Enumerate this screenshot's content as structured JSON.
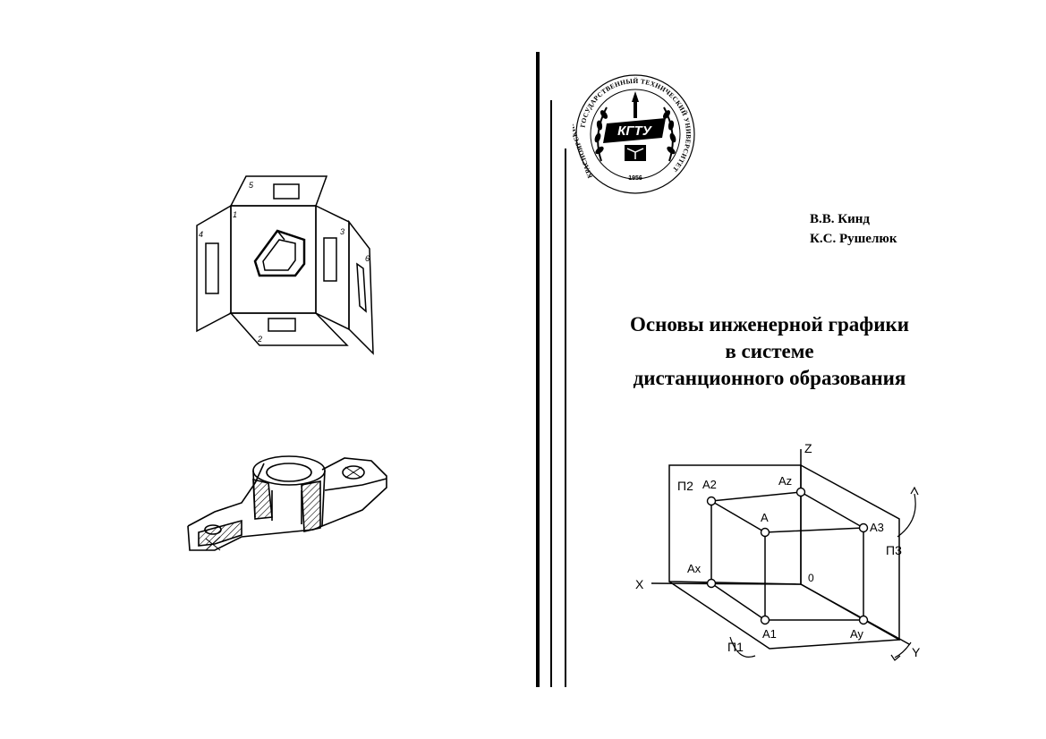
{
  "seal": {
    "ring_text": "ГОСУДАРСТВЕННЫЙ ТЕХНИЧЕСКИЙ УНИВЕРСИТЕТ",
    "left_text": "КРАСНОЯРСКИЙ",
    "emblem": "КГТУ",
    "year": "1956"
  },
  "authors": [
    "В.В. Кинд",
    "К.С. Рушелюк"
  ],
  "title_lines": [
    "Основы инженерной графики",
    "в системе",
    "дистанционного образования"
  ],
  "projection_views": {
    "labels": [
      "1",
      "2",
      "3",
      "4",
      "5",
      "6"
    ]
  },
  "diagram": {
    "axes": {
      "x": "X",
      "y": "Y",
      "z": "Z",
      "origin": "0"
    },
    "planes": {
      "p1": "П1",
      "p2": "П2",
      "p3": "П3"
    },
    "points": {
      "a": "A",
      "a1": "A1",
      "a2": "A2",
      "a3": "A3",
      "ax": "Ax",
      "ay": "Ay",
      "az": "Az"
    }
  }
}
